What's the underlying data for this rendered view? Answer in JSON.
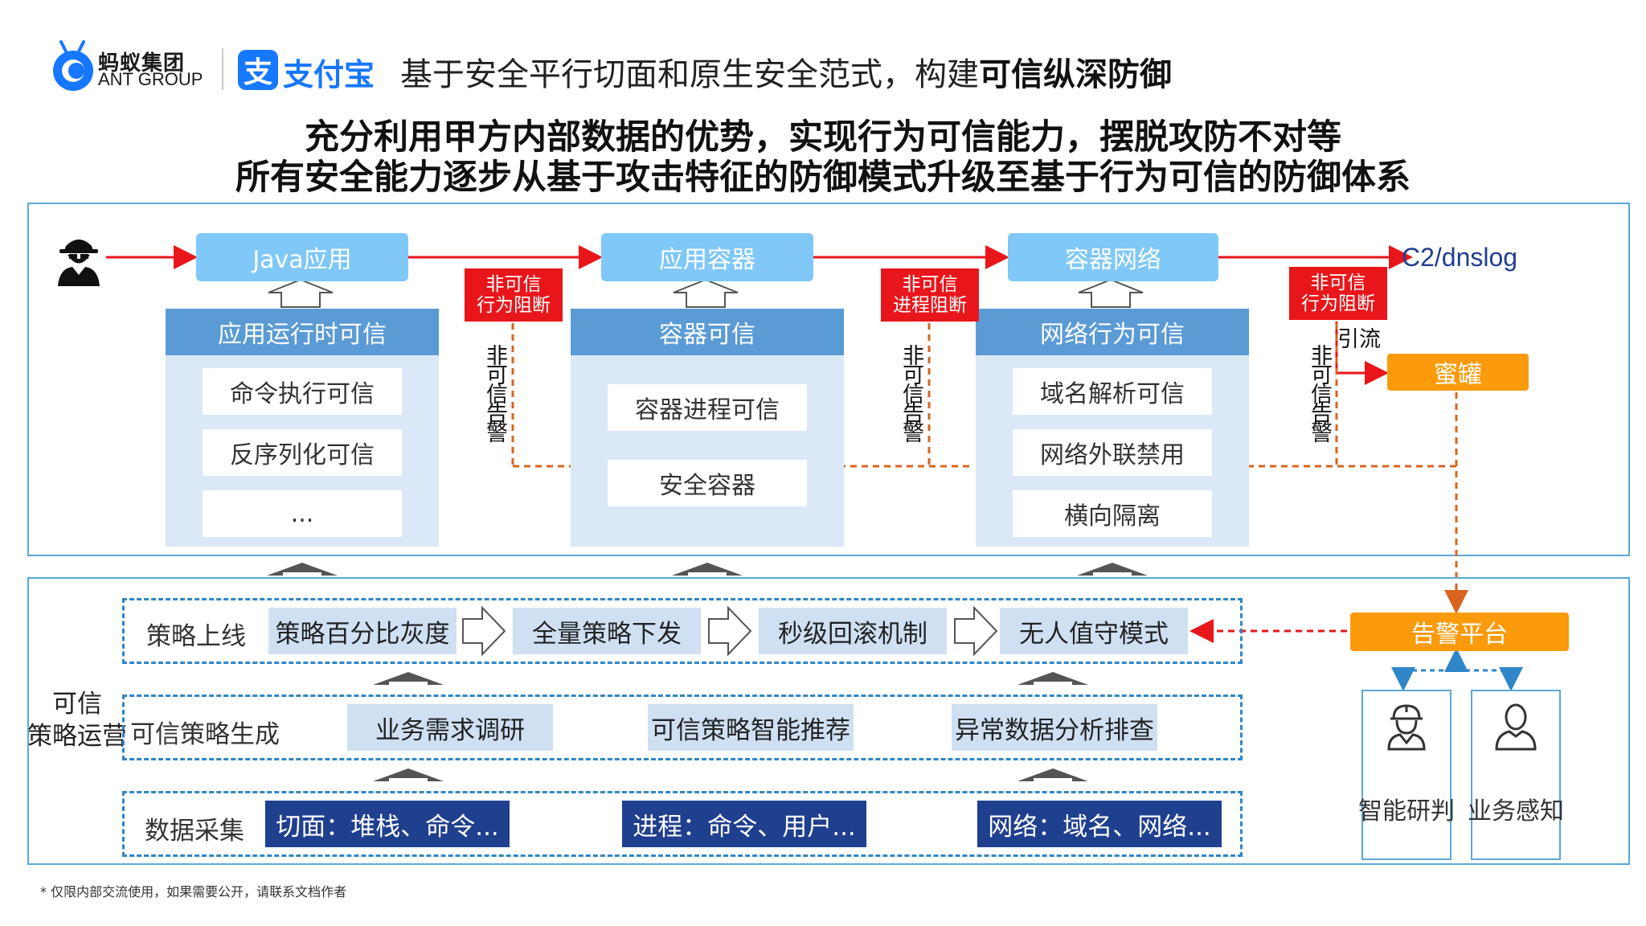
{
  "header": {
    "brand_cn": "蚂蚁集团",
    "brand_en": "ANT GROUP",
    "alipay_icon": "支",
    "alipay_name": "支付宝",
    "title_normal": "基于安全平行切面和原生安全范式，构建",
    "title_bold": "可信纵深防御"
  },
  "subtitle": {
    "line1": "充分利用甲方内部数据的优势，实现行为可信能力，摆脱攻防不对等",
    "line2": "所有安全能力逐步从基于攻击特征的防御模式升级至基于行为可信的防御体系"
  },
  "top": {
    "attacker_icon": "hacker-icon",
    "nodes": [
      "Java应用",
      "应用容器",
      "容器网络"
    ],
    "c2_label": "C2/dnslog",
    "honeypot": "蜜罐",
    "divert_label": "引流",
    "columns": [
      {
        "header": "应用运行时可信",
        "items": [
          "命令执行可信",
          "反序列化可信",
          "..."
        ]
      },
      {
        "header": "容器可信",
        "items": [
          "容器进程可信",
          "安全容器"
        ]
      },
      {
        "header": "网络行为可信",
        "items": [
          "域名解析可信",
          "网络外联禁用",
          "横向隔离"
        ]
      }
    ],
    "block_tags": [
      {
        "line1": "非可信",
        "line2": "行为阻断"
      },
      {
        "line1": "非可信",
        "line2": "进程阻断"
      },
      {
        "line1": "非可信",
        "line2": "行为阻断"
      }
    ],
    "alert_vertical": "非可信告警"
  },
  "bottom": {
    "side_label_line1": "可信",
    "side_label_line2": "策略运营",
    "rows": [
      {
        "label": "策略上线",
        "items": [
          "策略百分比灰度",
          "全量策略下发",
          "秒级回滚机制",
          "无人值守模式"
        ]
      },
      {
        "label": "可信策略生成",
        "items": [
          "业务需求调研",
          "可信策略智能推荐",
          "异常数据分析排查"
        ]
      },
      {
        "label": "数据采集",
        "items": [
          "切面：堆栈、命令...",
          "进程：命令、用户...",
          "网络：域名、网络..."
        ]
      }
    ],
    "alert_platform": "告警平台",
    "roles": [
      {
        "icon": "engineer-icon",
        "label": "智能研判"
      },
      {
        "icon": "user-icon",
        "label": "业务感知"
      }
    ]
  },
  "footnote": "* 仅限内部交流使用，如果需要公开，请联系文档作者",
  "colors": {
    "accent_blue": "#5b9bd5",
    "node_blue": "#7fc8f8",
    "red": "#e8161b",
    "orange": "#fb9a0a",
    "navy": "#1f3f8f",
    "pale_blue": "#cfe0f3",
    "dash_blue": "#2f86c9"
  }
}
